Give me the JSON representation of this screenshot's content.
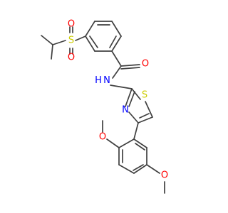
{
  "colors": {
    "bond": "#404040",
    "oxygen": "#ff0000",
    "nitrogen": "#0000ff",
    "sulfur": "#cccc00",
    "background": "#ffffff"
  },
  "atoms": {
    "sulfonyl_s": "S",
    "sulfonyl_o_top": "O",
    "sulfonyl_o_bottom": "O",
    "carbonyl_o": "O",
    "amide_nh": "N\nH",
    "thiazole_s": "S",
    "thiazole_n": "N",
    "methoxy_o_upper": "O",
    "methoxy_o_lower": "O"
  }
}
